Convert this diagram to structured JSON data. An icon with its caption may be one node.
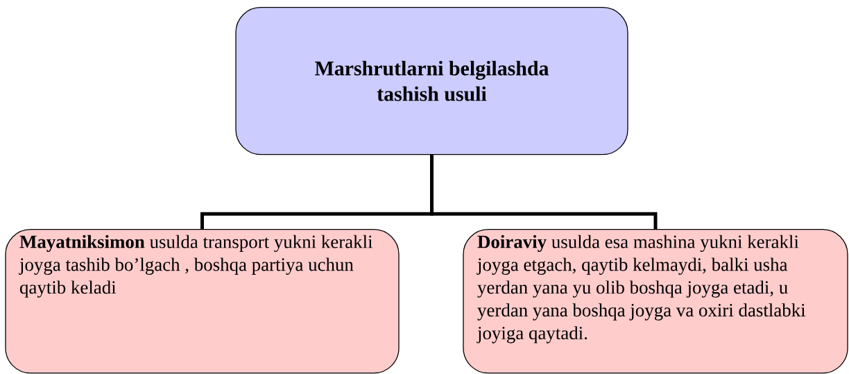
{
  "diagram": {
    "nodes": [
      {
        "text": [
          "Marshrutlarni belgilashda tashish usuli"
        ]
      },
      {
        "text": [
          "**Mayatniksimon** usulda transport yukni kerakli joyga tashib bo’lgach , boshqa partiya uchun qaytib keladi"
        ]
      },
      {
        "text": [
          "**Doiraviy** usulda esa mashina yukni kerakli joyga etgach, qaytib kelmaydi, balki usha yerdan yana yu olib boshqa joyga etadi, u yerdan yana boshqa joyga va oxiri dastlabki joyiga qaytadi."
        ]
      }
    ],
    "edges": [
      {
        "from": 0,
        "to": 1,
        "arrow": "none"
      },
      {
        "from": 0,
        "to": 2,
        "arrow": "none"
      }
    ]
  }
}
